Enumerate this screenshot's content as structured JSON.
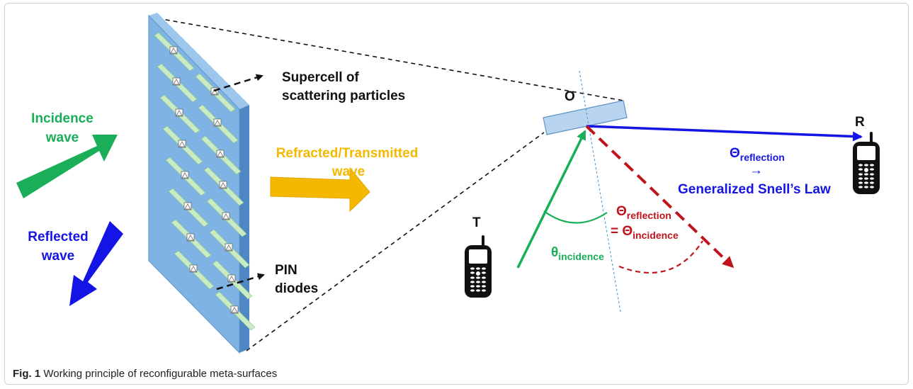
{
  "labels": {
    "incidence_wave": [
      "Incidence",
      "wave"
    ],
    "reflected_wave": [
      "Reflected",
      "wave"
    ],
    "refracted_wave": [
      "Refracted/Transmitted",
      "wave"
    ],
    "supercell": [
      "Supercell of",
      "scattering particles"
    ],
    "pin_diodes": [
      "PIN",
      "diodes"
    ],
    "point_o": "O",
    "transmitter": "T",
    "receiver": "R",
    "theta_incidence": {
      "symbol": "θ",
      "sub": "incidence"
    },
    "theta_reflection_blue": {
      "symbol": "Θ",
      "sub": "reflection"
    },
    "arrow_glyph": "→",
    "snell_law": "Generalized Snell’s Law",
    "red_theta_reflection": {
      "symbol": "Θ",
      "sub": "reflection"
    },
    "red_equals_incidence": {
      "prefix": "= Θ",
      "sub": "incidence"
    }
  },
  "caption": {
    "prefix": "Fig. 1",
    "text": " Working principle of reconfigurable meta-surfaces"
  },
  "colors": {
    "green": "#1aae58",
    "blue": "#1414e6",
    "orange": "#f5b800",
    "red": "#c0141c",
    "panel": "#7fb3e3",
    "panel_side": "#4f86c4",
    "cell": "#c9ecc4"
  }
}
